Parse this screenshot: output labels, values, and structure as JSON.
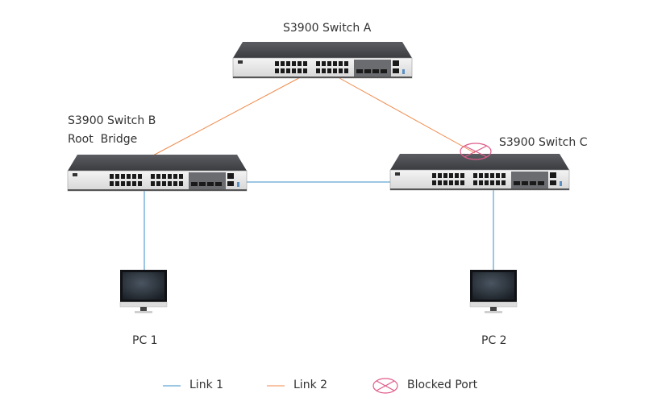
{
  "switches": {
    "a": {
      "label": "S3900 Switch A"
    },
    "b": {
      "label": "S3900 Switch B",
      "sublabel": "Root  Bridge"
    },
    "c": {
      "label": "S3900 Switch C"
    }
  },
  "pcs": {
    "pc1": {
      "label": "PC 1"
    },
    "pc2": {
      "label": "PC 2"
    }
  },
  "legend": {
    "link1": "Link 1",
    "link2": "Link 2",
    "blocked": "Blocked Port"
  },
  "colors": {
    "link1": "#3a8fc7",
    "link2": "#f08a4b",
    "blocked": "#e05a8a"
  },
  "icons": {
    "switch": "network-switch-icon",
    "pc": "monitor-icon",
    "blocked": "blocked-port-icon"
  }
}
